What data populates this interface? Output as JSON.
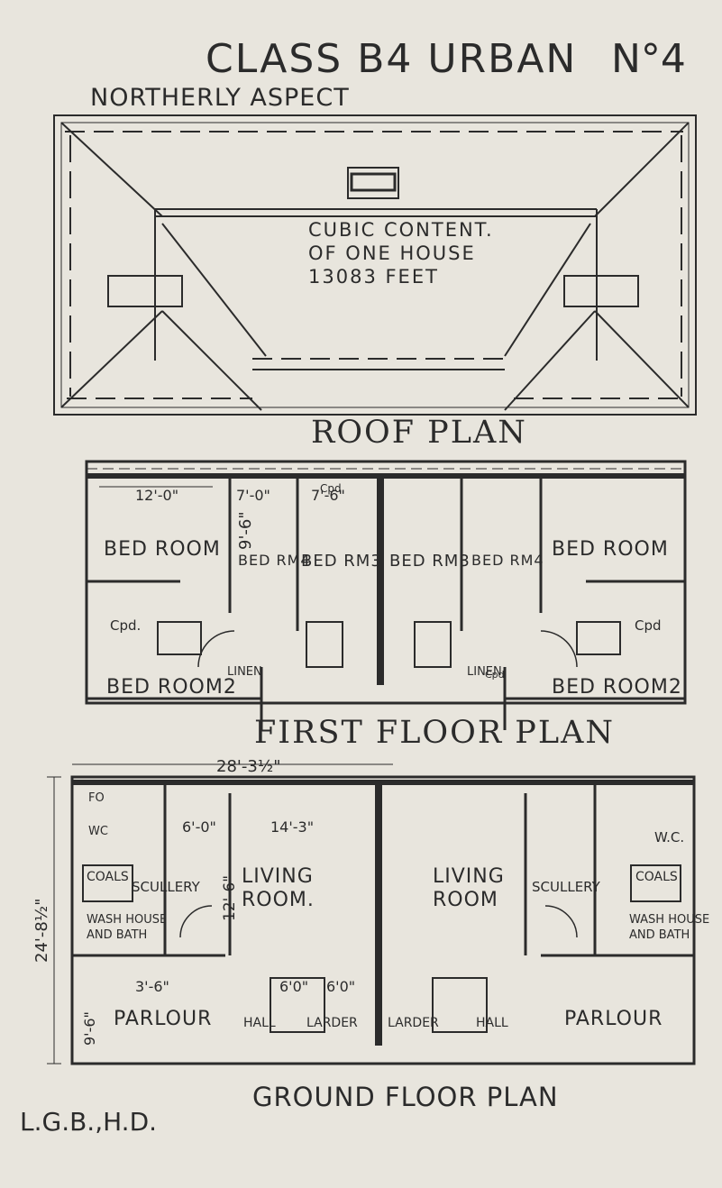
{
  "header": {
    "title": "CLASS B4 URBAN",
    "number": "N°4",
    "aspect": "NORTHERLY ASPECT"
  },
  "roof": {
    "title": "ROOF PLAN",
    "cubic_content": "CUBIC CONTENT.\nOF ONE HOUSE\n13083 FEET"
  },
  "first_floor": {
    "title": "FIRST FLOOR PLAN",
    "dim_a": "12'-0\"",
    "dim_b": "7'-0\"",
    "dim_c": "7'-6\"",
    "rooms": {
      "bed_room_left": "BED ROOM",
      "bed_rm_4_left": "BED RM4",
      "bed_rm_3_left": "BED RM3",
      "bed_rm_3_right": "BED RM3",
      "bed_rm_4_right": "BED RM4",
      "bed_room_right": "BED ROOM",
      "cpd_left": "Cpd.",
      "cpd_right": "Cpd",
      "cpd_small_left": "Cpd",
      "cpd_small_right": "Cpd",
      "linen_left": "LINEN",
      "linen_right": "LINEN",
      "bed_room_2_left": "BED ROOM2",
      "bed_room_2_right": "BED ROOM2."
    },
    "dim_vertical": "9'-6\""
  },
  "ground_floor": {
    "title": "GROUND FLOOR PLAN",
    "overall_width": "28'-3½\"",
    "dim_left": "6'-0\"",
    "dim_living": "14'-3\"",
    "dim_living_v": "12'-6\"",
    "dim_hall_a": "3'-6\"",
    "dim_hall_b": "6'0\"",
    "dim_hall_c": "6'0\"",
    "dim_parlour_v": "9'-6\"",
    "overall_depth": "24'-8½\"",
    "rooms": {
      "fo": "FO",
      "wc_left": "WC",
      "coals_left": "COALS",
      "scullery_left": "SCULLERY",
      "wash_house_left": "WASH HOUSE AND BATH",
      "living_left": "LIVING ROOM.",
      "living_right": "LIVING ROOM",
      "scullery_right": "SCULLERY",
      "wc_right": "W.C.",
      "coals_right": "COALS",
      "wash_house_right": "WASH HOUSE AND BATH",
      "hall_left": "HALL",
      "larder_left": "LARDER",
      "larder_right": "LARDER",
      "hall_right": "HALL",
      "parlour_left": "PARLOUR",
      "parlour_right": "PARLOUR"
    }
  },
  "footer": {
    "initials": "L.G.B.,H.D."
  }
}
